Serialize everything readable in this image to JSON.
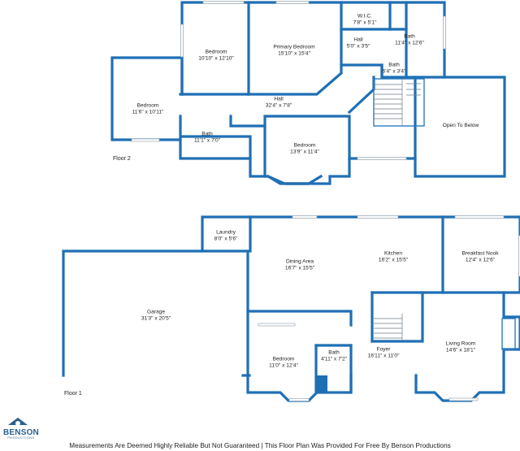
{
  "floors": [
    {
      "label": "Floor 2",
      "rooms": [
        {
          "name": "W.I.C.",
          "dim": "7'8\" x 5'1\""
        },
        {
          "name": "Bedroom",
          "dim": "10'10\" x 12'10\""
        },
        {
          "name": "Primary Bedroom",
          "dim": "15'10\" x 15'4\""
        },
        {
          "name": "Hall",
          "dim": "5'0\" x 3'5\""
        },
        {
          "name": "Bath",
          "dim": "11'4\" x 12'6\""
        },
        {
          "name": "Bath",
          "dim": "6'4\" x 3'4\""
        },
        {
          "name": "Bedroom",
          "dim": "11'6\" x 10'11\""
        },
        {
          "name": "Hall",
          "dim": "32'4\" x 7'8\""
        },
        {
          "name": "Open To Below",
          "dim": ""
        },
        {
          "name": "Bath",
          "dim": "11'1\" x 7'0\""
        },
        {
          "name": "Bedroom",
          "dim": "13'9\" x 11'4\""
        }
      ]
    },
    {
      "label": "Floor 1",
      "rooms": [
        {
          "name": "Laundry",
          "dim": "8'0\" x 5'6\""
        },
        {
          "name": "Dining Area",
          "dim": "16'7\" x 15'5\""
        },
        {
          "name": "Kitchen",
          "dim": "16'2\" x 15'5\""
        },
        {
          "name": "Breakfast Nook",
          "dim": "12'4\" x 12'6\""
        },
        {
          "name": "Garage",
          "dim": "31'3\" x 20'5\""
        },
        {
          "name": "Living Room",
          "dim": "14'6\" x 18'1\""
        },
        {
          "name": "Foyer",
          "dim": "16'11\" x 11'0\""
        },
        {
          "name": "Bath",
          "dim": "4'11\" x 7'2\""
        },
        {
          "name": "Bedroom",
          "dim": "11'0\" x 12'4\""
        }
      ]
    }
  ],
  "brand": {
    "name": "BENSON",
    "sub": "PRODUCTIONS",
    "logo_color": "#2b5f8e"
  },
  "footer": "Measurements Are Deemed Highly Reliable But Not Guaranteed | This Floor Plan Was Provided For Free By Benson Productions",
  "colors": {
    "wall": "#1f6fb5",
    "background": "#ffffff"
  }
}
